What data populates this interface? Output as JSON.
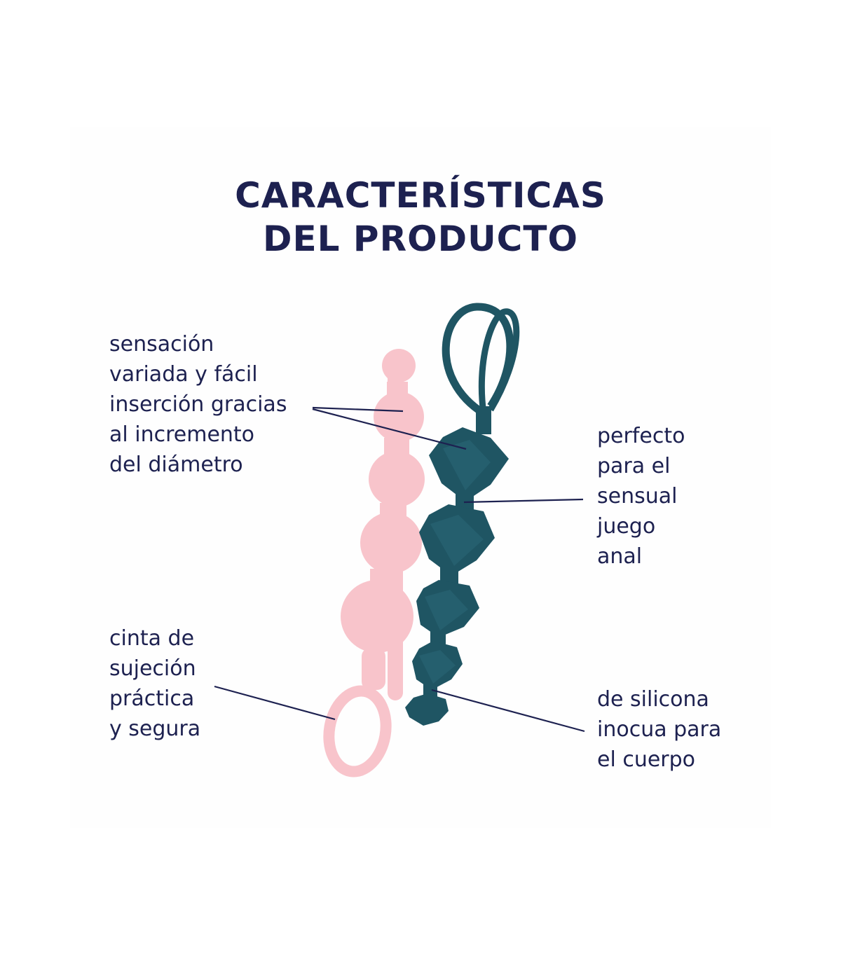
{
  "heading": {
    "line1": "CARACTERÍSTICAS",
    "line2": "DEL PRODUCTO"
  },
  "callouts": {
    "insercion": "sensación\nvariada y fácil\ninserción gracias\nal incremento\ndel diámetro",
    "juego": "perfecto\npara el\nsensual\njuego\nanal",
    "cinta": "cinta de\nsujeción\npráctica\ny segura",
    "silicona": "de silicona\ninocua para\nel cuerpo"
  },
  "colors": {
    "text": "#1d2150",
    "pink_beads": "#f8c4cb",
    "teal_beads": "#1f5563",
    "leader_line": "#1d2150"
  }
}
